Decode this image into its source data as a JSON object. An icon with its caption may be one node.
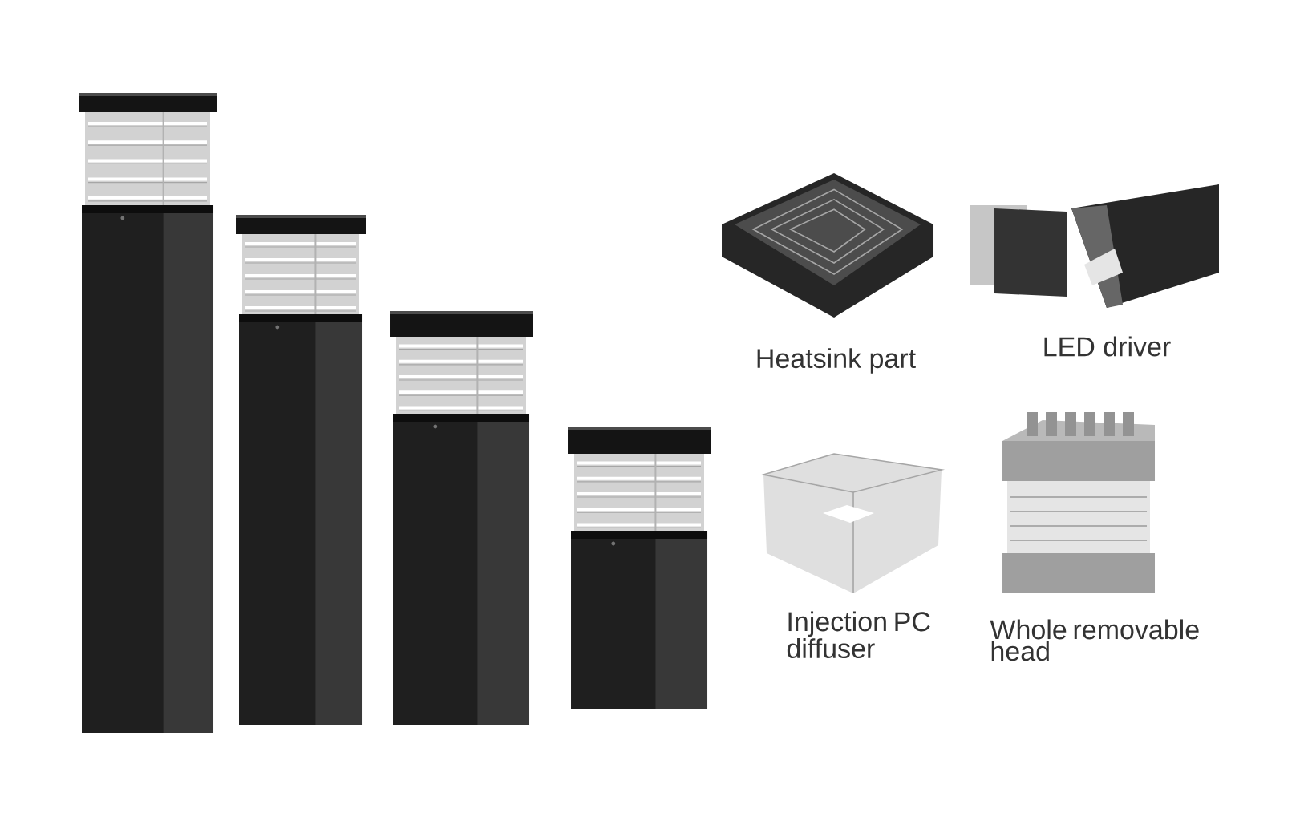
{
  "diagram": {
    "labels": [
      "Heatsink part",
      "LED driver",
      "Injection PC diffuser",
      "Whole removable head"
    ]
  }
}
